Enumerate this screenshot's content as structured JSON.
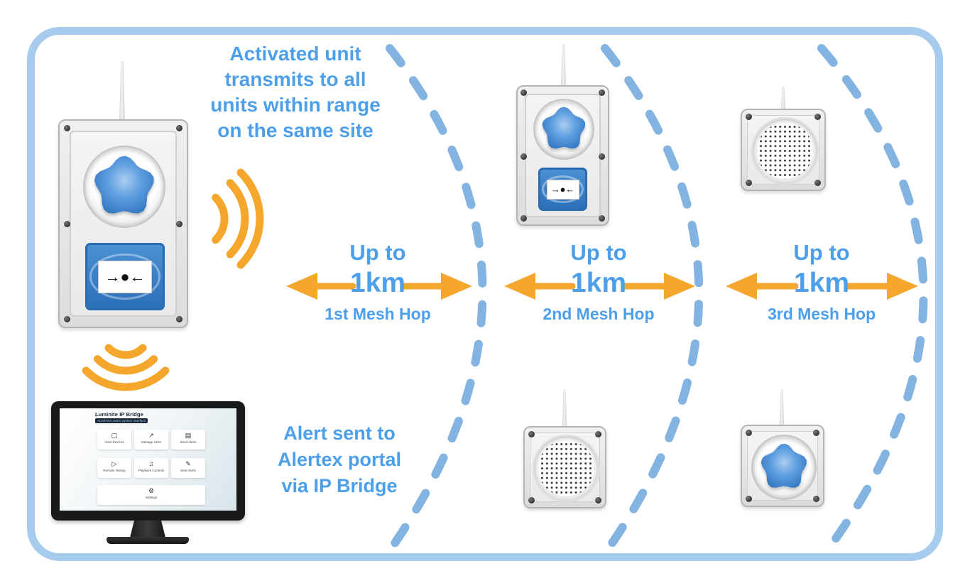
{
  "diagram": {
    "broadcast_note_lines": [
      "Activated unit",
      "transmits to all",
      "units within range",
      "on the same site"
    ],
    "portal_note_lines": [
      "Alert sent to",
      "Alertex portal",
      "via IP Bridge"
    ],
    "hops": [
      {
        "up_to": "Up to",
        "distance": "1km",
        "label": "1st Mesh Hop"
      },
      {
        "up_to": "Up to",
        "distance": "1km",
        "label": "2nd Mesh Hop"
      },
      {
        "up_to": "Up to",
        "distance": "1km",
        "label": "3rd Mesh Hop"
      }
    ],
    "call_point_glyph": "→●←"
  },
  "monitor": {
    "title": "Luminite IP Bridge",
    "badge": "ALERTEX Alarm System Interface",
    "tiles": [
      {
        "icon_glyph": "▢",
        "label": "View Devices"
      },
      {
        "icon_glyph": "↗",
        "label": "Manage Units"
      },
      {
        "icon_glyph": "▤",
        "label": "Send Alerts"
      },
      {
        "icon_glyph": "▷",
        "label": "Remote Testing"
      },
      {
        "icon_glyph": "♫",
        "label": "Playback Controls"
      },
      {
        "icon_glyph": "✎",
        "label": "Sent Alerts"
      },
      {
        "icon_glyph": "⚙",
        "label": "Settings"
      }
    ]
  },
  "colors": {
    "text_blue": "#4C9FE8",
    "arrow_orange": "#F5A62C",
    "dash_arc_blue": "#82B3E1",
    "frame_border_blue": "#A6CBED",
    "dome_blue": "#3A7EC7",
    "call_point_blue": "#2C70B8"
  }
}
